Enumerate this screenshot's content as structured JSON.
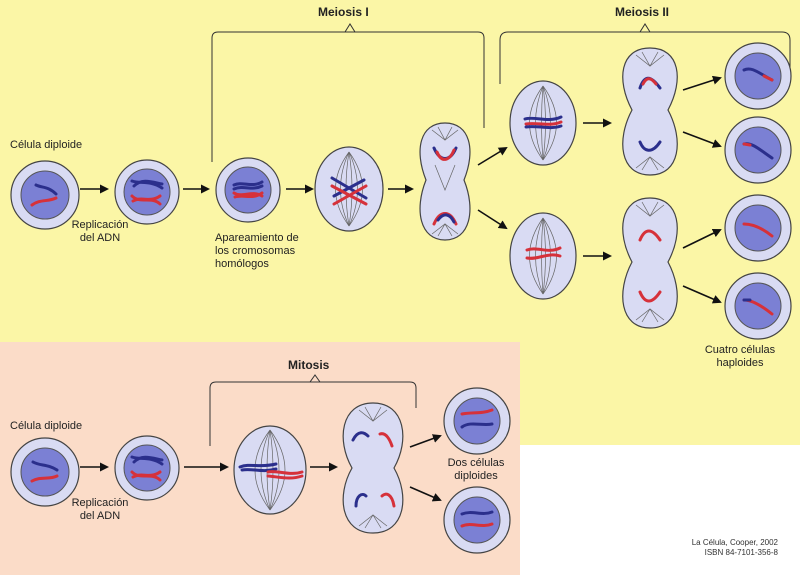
{
  "meiosis": {
    "title": "Meiosis I",
    "title2": "Meiosis II",
    "diploid_label": "Célula diploide",
    "replication_label": "Replicación\ndel ADN",
    "pairing_label": "Apareamiento de\nlos cromosomas\nhomólogos",
    "result_label": "Cuatro células\nhaploides"
  },
  "mitosis": {
    "title": "Mitosis",
    "diploid_label": "Célula diploide",
    "replication_label": "Replicación\ndel ADN",
    "result_label": "Dos células\ndiploides"
  },
  "credit": {
    "line1": "La Célula, Cooper, 2002",
    "line2": "ISBN 84-7101-356-8"
  },
  "colors": {
    "meiosis_bg": "#fbf6a6",
    "mitosis_bg": "#fbdcc8",
    "cell_membrane": "#d9dbf3",
    "nucleus": "#7b80d4",
    "chromosome_blue": "#2b2f8c",
    "chromosome_red": "#d6313a"
  }
}
